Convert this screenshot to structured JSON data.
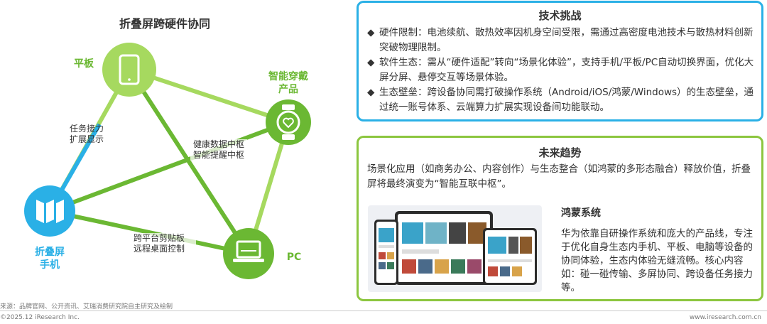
{
  "diagram": {
    "title": "折叠屏跨硬件协同",
    "nodes": {
      "tablet": "平板",
      "wearable": "智能穿戴\n产品",
      "foldable": "折叠屏\n手机",
      "pc": "PC"
    },
    "edges": {
      "foldable_tablet": "任务接力\n扩展显示",
      "foldable_wearable": "健康数据中枢\n智能提醒中枢",
      "foldable_pc": "跨平台剪贴板\n远程桌面控制"
    },
    "colors": {
      "blue": "#2ab0e6",
      "green": "#6bb833",
      "light_green": "#a6d95f"
    },
    "icons": {
      "tablet": "tablet-icon",
      "wearable": "smartwatch-icon",
      "foldable": "foldable-phone-icon",
      "pc": "laptop-icon"
    }
  },
  "challenge": {
    "title": "技术挑战",
    "bullet_mark": "◆",
    "items": [
      "硬件限制：电池续航、散热效率因机身空间受限，需通过高密度电池技术与散热材料创新突破物理限制。",
      "软件生态：需从“硬件适配”转向“场景化体验”，支持手机/平板/PC自动切换界面，优化大屏分屏、悬停交互等场景体验。",
      "生态壁垒：跨设备协同需打破操作系统（Android/iOS/鸿蒙/Windows）的生态壁垒，通过统一账号体系、云端算力扩展实现设备间功能联动。"
    ],
    "border_color": "#2ab0e6"
  },
  "trend": {
    "title": "未来趋势",
    "text": "场景化应用（如商务办公、内容创作）与生态整合（如鸿蒙的多形态融合）释放价值，折叠屏将最终演变为“智能互联中枢”。",
    "harmony_title": "鸿蒙系统",
    "harmony_text": "华为依靠自研操作系统和庞大的产品线，专注于优化自身生态内手机、平板、电脑等设备的协同体验，生态内体验无缝流畅。核心内容如：碰一碰传输、多屏协同、跨设备任务接力等。",
    "border_color": "#8cc63f"
  },
  "footer": {
    "source": "来源：品牌官网、公开资讯、艾瑞消费研究院自主研究及绘制",
    "copyright": "©2025.12 iResearch Inc.",
    "url": "www.iresearch.com.cn"
  }
}
